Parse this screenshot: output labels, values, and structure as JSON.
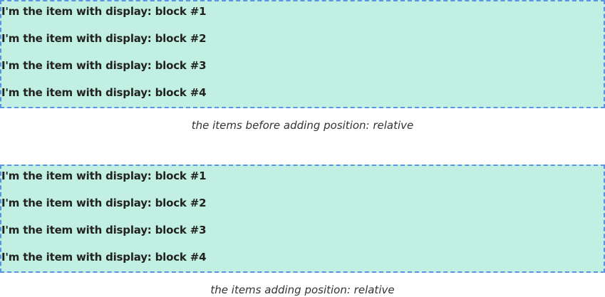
{
  "sections": [
    {
      "items": [
        "I'm the item with display: block #1",
        "I'm the item with display: block #2",
        "I'm the item with display: block #3",
        "I'm the item with display: block #4"
      ],
      "caption": "the items before adding position: relative"
    },
    {
      "items": [
        "I'm the item with display: block #1",
        "I'm the item with display: block #2",
        "I'm the item with display: block #3",
        "I'm the item with display: block #4"
      ],
      "caption": "the items adding position: relative"
    }
  ],
  "colors": {
    "box_background": "#c1efe2",
    "box_border": "#5a93e6"
  }
}
